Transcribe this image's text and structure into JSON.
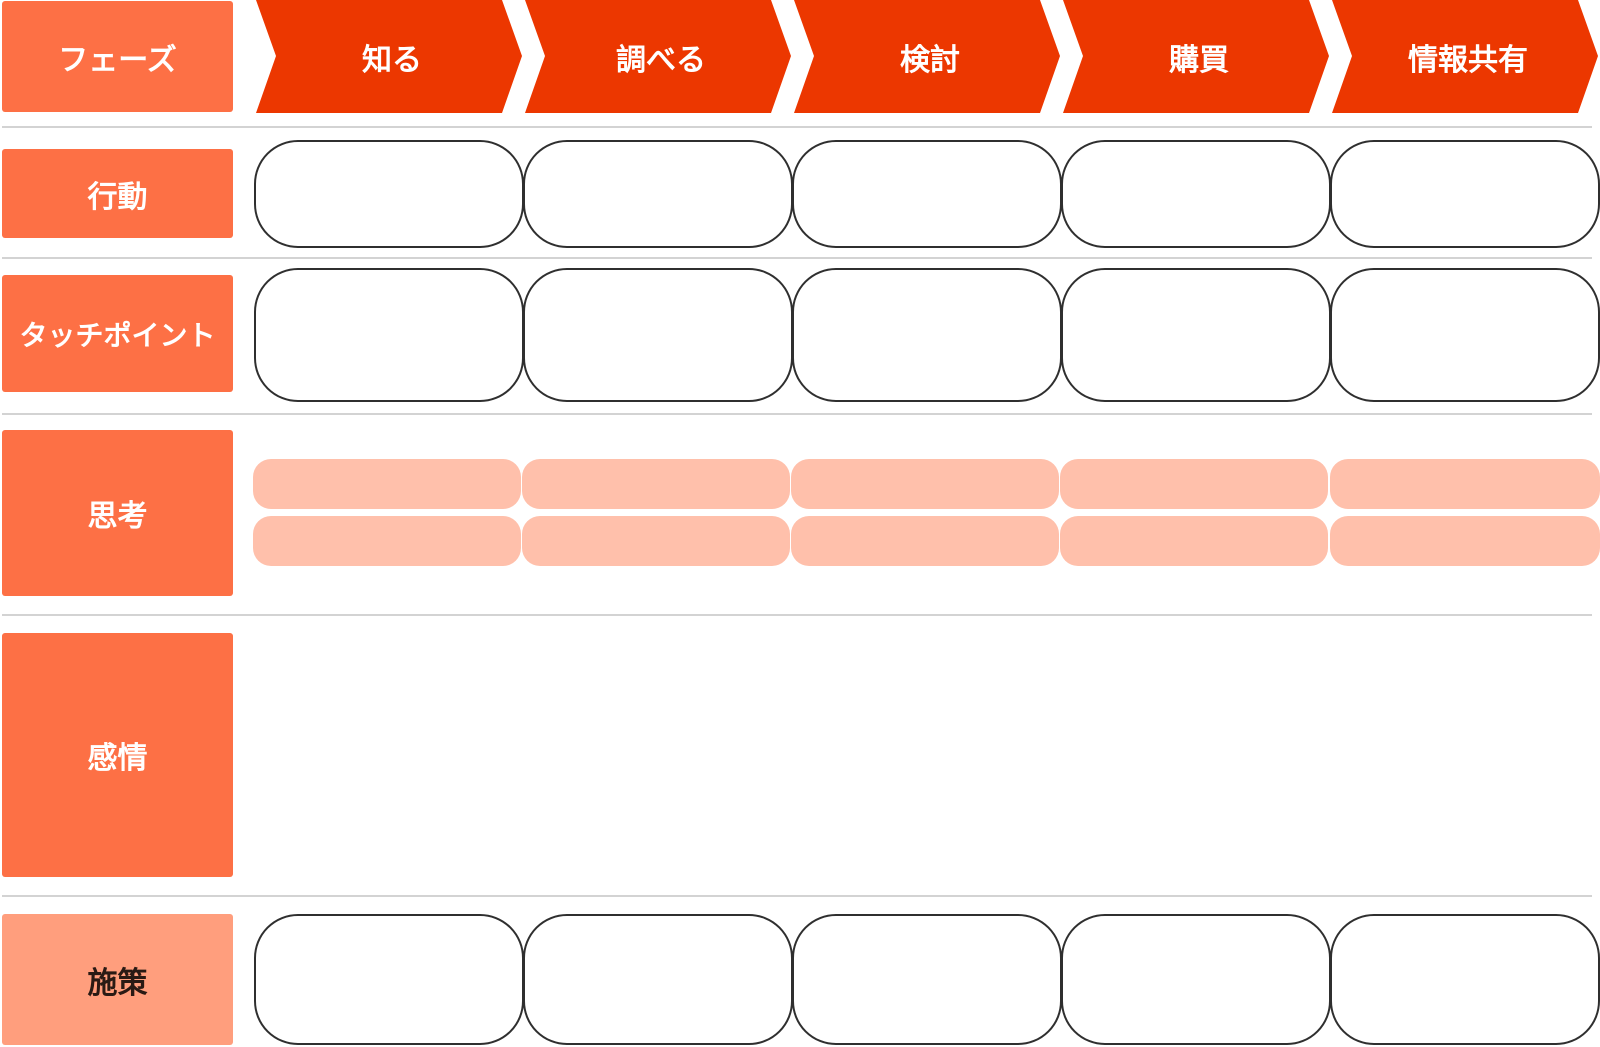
{
  "rows": {
    "phase": "フェーズ",
    "action": "行動",
    "touchpoint": "タッチポイント",
    "thinking": "思考",
    "emotion": "感情",
    "measure": "施策"
  },
  "phases": [
    "知る",
    "調べる",
    "検討",
    "購買",
    "情報共有"
  ],
  "colors": {
    "phase_arrow": "#EC3700",
    "row_label": "#FD7045",
    "measure_label": "#FF9E7D",
    "thinking_pill": "#FFC0AB",
    "divider": "#D3D3D3",
    "box_border": "#2F2F2F"
  }
}
